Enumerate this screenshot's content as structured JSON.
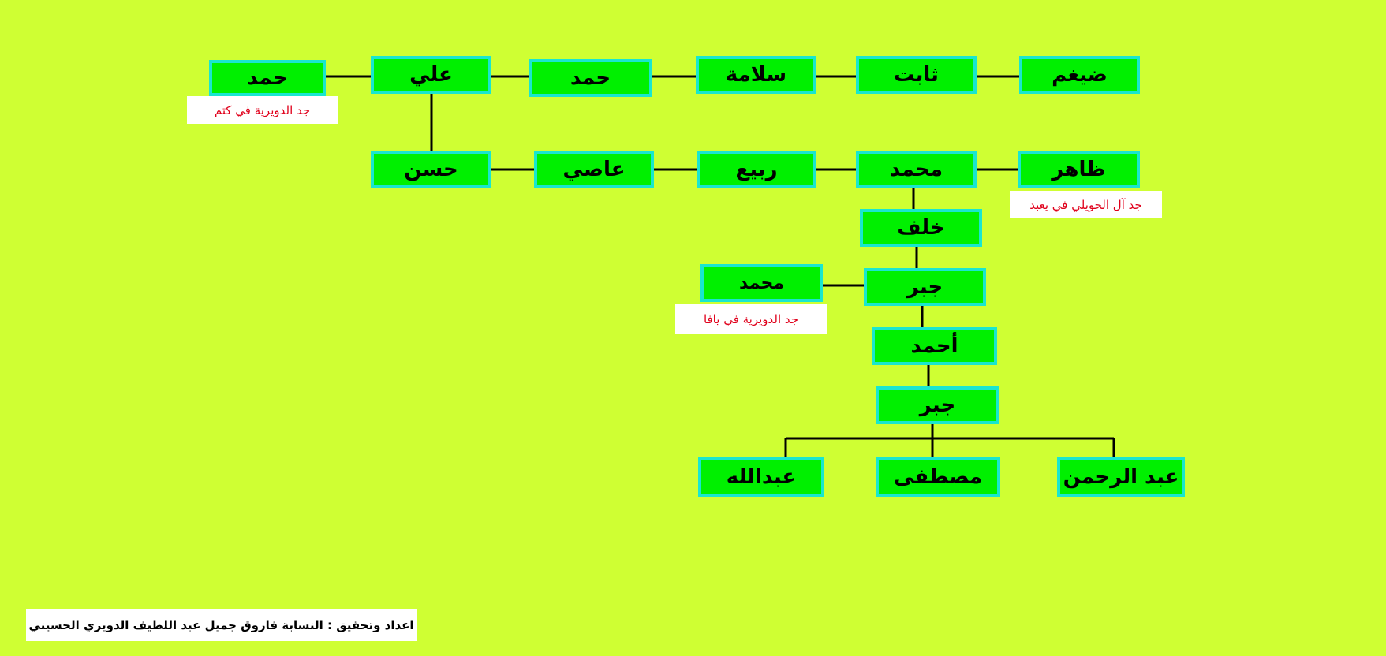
{
  "diagram": {
    "row1": [
      "ضيغم",
      "ثابت",
      "سلامة",
      "حمد",
      "علي",
      "حمد"
    ],
    "row2": [
      "ظاهر",
      "محمد",
      "ربيع",
      "عاصي",
      "حسن"
    ],
    "chain": [
      "خلف",
      "جبر",
      "أحمد",
      "جبر"
    ],
    "branch_side": "محمد",
    "children": [
      "عبد الرحمن",
      "مصطفى",
      "عبدالله"
    ]
  },
  "notes": {
    "hamad": "جد الدويرية في كتم",
    "thaher": "جد آل الحويلي في يعبد",
    "mohammad": "جد الدويرية في يافا"
  },
  "credit": "اعداد وتحقيق : النسابة  فاروق جميل عبد اللطيف الدويري الحسيني",
  "colors": {
    "background": "#cfff33",
    "node_fill": "#00f000",
    "node_border": "#19e6d0",
    "note_text": "#e0001b",
    "connector": "#000000"
  }
}
